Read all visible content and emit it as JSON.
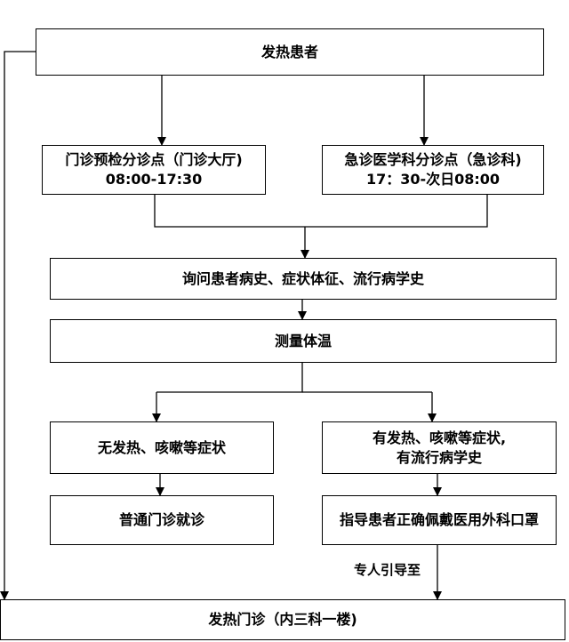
{
  "nodes": {
    "fever_patient": "发热患者",
    "outpatient_triage": {
      "line1": "门诊预检分诊点（门诊大厅)",
      "line2": "08:00-17:30"
    },
    "emergency_triage": {
      "line1": "急诊医学科分诊点（急诊科)",
      "line2": "17：30-次日08:00"
    },
    "inquire_history": "询问患者病史、症状体征、流行病学史",
    "measure_temp": "测量体温",
    "no_fever": "无发热、咳嗽等症状",
    "has_fever": {
      "line1": "有发热、咳嗽等症状,",
      "line2": "有流行病学史"
    },
    "general_clinic": "普通门诊就诊",
    "guide_mask": "指导患者正确佩戴医用外科口罩",
    "fever_clinic": "发热门诊（内三科一楼)"
  },
  "edge_labels": {
    "escort": "专人引导至"
  },
  "colors": {
    "stroke": "#000000",
    "background": "#ffffff"
  }
}
